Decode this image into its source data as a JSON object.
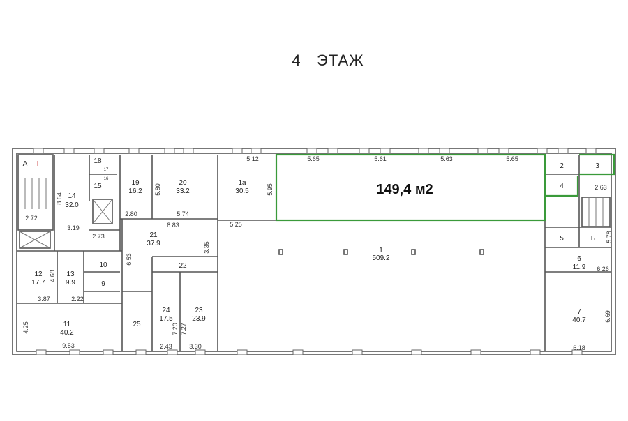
{
  "title": {
    "floor_number": "4",
    "floor_word": "ЭТАЖ"
  },
  "highlight": {
    "area_label": "149,4 м2",
    "color": "#3a9a3a"
  },
  "rooms": {
    "r1": {
      "num": "1",
      "area": "509.2"
    },
    "r1a": {
      "num": "1а",
      "area": "30.5"
    },
    "r2": {
      "num": "2"
    },
    "r3": {
      "num": "3"
    },
    "r4": {
      "num": "4"
    },
    "r5": {
      "num": "5"
    },
    "r6": {
      "num": "6",
      "area": "11.9"
    },
    "r7": {
      "num": "7",
      "area": "40.7"
    },
    "r9": {
      "num": "9"
    },
    "r10": {
      "num": "10"
    },
    "r11": {
      "num": "11",
      "area": "40.2"
    },
    "r12": {
      "num": "12",
      "area": "17.7"
    },
    "r13": {
      "num": "13",
      "area": "9.9"
    },
    "r14": {
      "num": "14",
      "area": "32.0"
    },
    "r15": {
      "num": "15"
    },
    "r16": {
      "num": "16"
    },
    "r17": {
      "num": "17"
    },
    "r18": {
      "num": "18"
    },
    "r19": {
      "num": "19",
      "area": "16.2"
    },
    "r20": {
      "num": "20",
      "area": "33.2"
    },
    "r21": {
      "num": "21",
      "area": "37.9"
    },
    "r22": {
      "num": "22"
    },
    "r23": {
      "num": "23",
      "area": "23.9"
    },
    "r24": {
      "num": "24",
      "area": "17.5"
    },
    "r25": {
      "num": "25"
    },
    "stairA": {
      "num": "А",
      "mark": "I"
    },
    "stairB": {
      "num": "Б"
    }
  },
  "dims": {
    "d272": "2.72",
    "d864": "8.64",
    "d319": "3.19",
    "d273": "2.73",
    "d280": "2.80",
    "d580": "5.80",
    "d574": "5.74",
    "d883": "8.83",
    "d512": "5.12",
    "d595": "5.95",
    "d525": "5.25",
    "d335": "3.35",
    "d653": "6.53",
    "d468": "4.68",
    "d387": "3.87",
    "d222": "2.22",
    "d425": "4.25",
    "d953": "9.53",
    "d720": "7.20",
    "d727": "7.27",
    "d243": "2.43",
    "d330": "3.30",
    "d565a": "5.65",
    "d561": "5.61",
    "d563": "5.63",
    "d565b": "5.65",
    "d263": "2.63",
    "d578": "5.78",
    "d626": "6.26",
    "d669": "6.69",
    "d618": "6.18"
  }
}
